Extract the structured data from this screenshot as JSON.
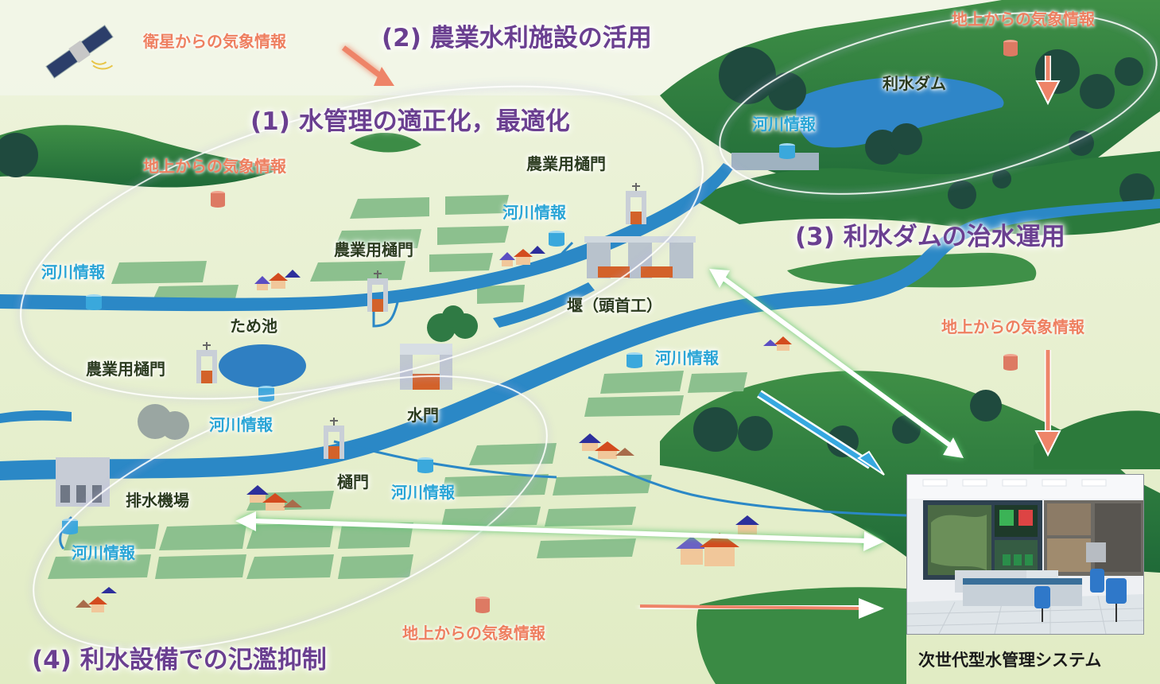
{
  "labels": {
    "satellite_weather": "衛星からの気象情報",
    "title_2": "(2) 農業水利施設の活用",
    "title_1": "(1) 水管理の適正化，最適化",
    "title_3": "(3) 利水ダムの治水運用",
    "title_4": "(4) 利水設備での氾濫抑制",
    "ground_weather": "地上からの気象情報",
    "river_info": "河川情報",
    "agri_gate": "農業用樋門",
    "weir": "堰（頭首工）",
    "pond": "ため池",
    "water_gate": "水門",
    "sluice": "樋門",
    "pump_station": "排水機場",
    "irrigation_dam": "利水ダム",
    "system": "次世代型水管理システム"
  },
  "colors": {
    "background": "#e3edc6",
    "field": "#8cc08e",
    "hill": "#2e7d3e",
    "river": "#2b88c6",
    "title_text": "#6a3f90",
    "weather_text": "#ee7f60",
    "river_text": "#2aa5d6",
    "weather_arrow": "#ee8468",
    "link_arrow": "#ffffff",
    "flow_arrow": "#36a8e0",
    "gauge": "#dd7a63",
    "river_gauge": "#3aa8dc"
  },
  "icons": [
    "satellite-icon",
    "weather-station-icon",
    "river-gauge-icon",
    "sluice-gate-icon",
    "weir-icon",
    "water-gate-icon",
    "pump-station-icon",
    "house-icon",
    "tree-icon",
    "control-room-image"
  ]
}
